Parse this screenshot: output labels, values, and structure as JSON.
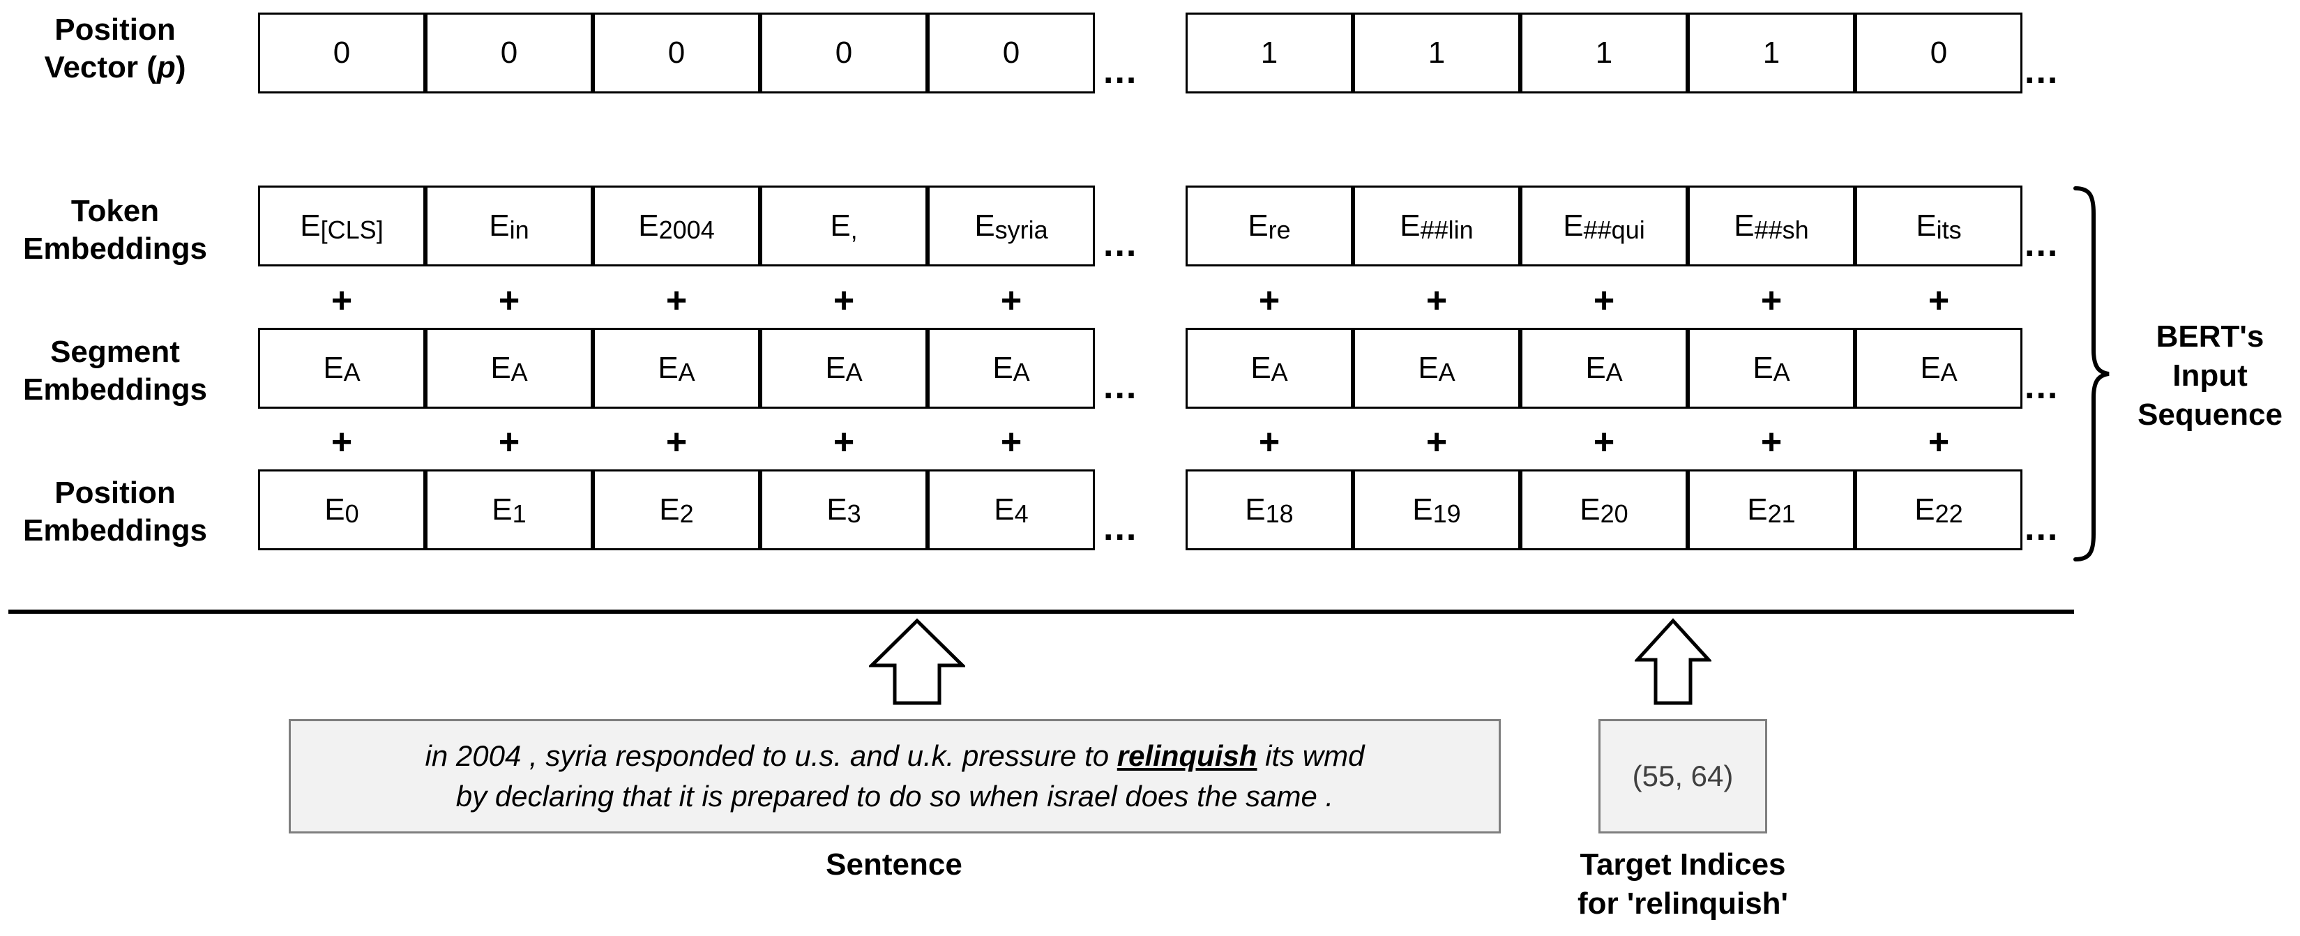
{
  "rows": {
    "position_vector": {
      "label_line1": "Position",
      "label_line2_prefix": "Vector (",
      "label_line2_var": "p",
      "label_line2_suffix": ")",
      "values_left": [
        "0",
        "0",
        "0",
        "0",
        "0"
      ],
      "values_right": [
        "1",
        "1",
        "1",
        "1",
        "0"
      ]
    },
    "token_embeddings": {
      "label_line1": "Token",
      "label_line2": "Embeddings",
      "boxes_left": [
        {
          "base": "E",
          "sub": "[CLS]"
        },
        {
          "base": "E",
          "sub": "in"
        },
        {
          "base": "E",
          "sub": "2004"
        },
        {
          "base": "E",
          "sub": ","
        },
        {
          "base": "E",
          "sub": "syria"
        }
      ],
      "boxes_right": [
        {
          "base": "E",
          "sub": "re"
        },
        {
          "base": "E",
          "sub": "##lin"
        },
        {
          "base": "E",
          "sub": "##qui"
        },
        {
          "base": "E",
          "sub": "##sh"
        },
        {
          "base": "E",
          "sub": "its"
        }
      ]
    },
    "segment_embeddings": {
      "label_line1": "Segment",
      "label_line2": "Embeddings",
      "boxes_left": [
        {
          "base": "E",
          "sub": "A"
        },
        {
          "base": "E",
          "sub": "A"
        },
        {
          "base": "E",
          "sub": "A"
        },
        {
          "base": "E",
          "sub": "A"
        },
        {
          "base": "E",
          "sub": "A"
        }
      ],
      "boxes_right": [
        {
          "base": "E",
          "sub": "A"
        },
        {
          "base": "E",
          "sub": "A"
        },
        {
          "base": "E",
          "sub": "A"
        },
        {
          "base": "E",
          "sub": "A"
        },
        {
          "base": "E",
          "sub": "A"
        }
      ]
    },
    "position_embeddings": {
      "label_line1": "Position",
      "label_line2": "Embeddings",
      "boxes_left": [
        {
          "base": "E",
          "sub": "0"
        },
        {
          "base": "E",
          "sub": "1"
        },
        {
          "base": "E",
          "sub": "2"
        },
        {
          "base": "E",
          "sub": "3"
        },
        {
          "base": "E",
          "sub": "4"
        }
      ],
      "boxes_right": [
        {
          "base": "E",
          "sub": "18"
        },
        {
          "base": "E",
          "sub": "19"
        },
        {
          "base": "E",
          "sub": "20"
        },
        {
          "base": "E",
          "sub": "21"
        },
        {
          "base": "E",
          "sub": "22"
        }
      ]
    }
  },
  "plus_symbol": "+",
  "ellipsis": "...",
  "bert_input": {
    "line1": "BERT's",
    "line2": "Input",
    "line3": "Sequence"
  },
  "sentence": {
    "line1_before": "in 2004 , syria responded to u.s. and u.k. pressure to ",
    "line1_target": "relinquish",
    "line1_after": " its wmd",
    "line2": "by declaring that it is prepared to do so when israel does the same .",
    "caption": "Sentence"
  },
  "target_indices": {
    "value": "(55, 64)",
    "caption_line1": "Target Indices",
    "caption_line2": "for 'relinquish'"
  }
}
